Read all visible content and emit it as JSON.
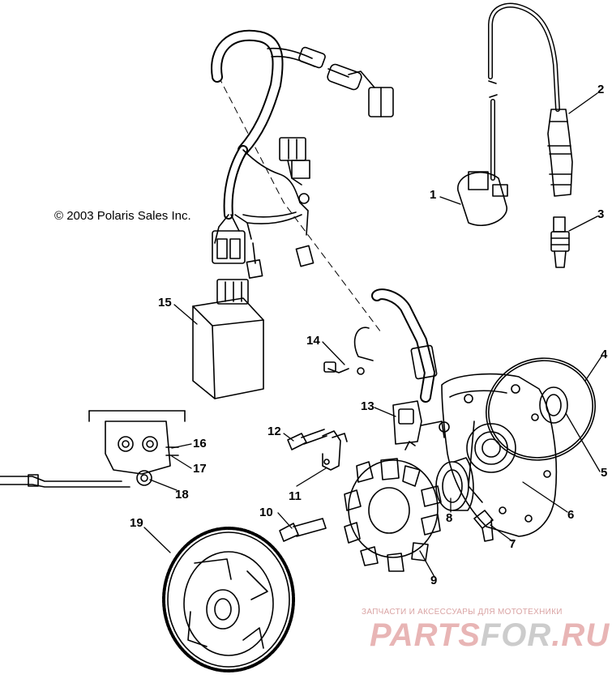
{
  "diagram": {
    "copyright": "© 2003 Polaris Sales Inc.",
    "watermark": {
      "tagline": "ЗАПЧАСТИ И АКСЕССУАРЫ ДЛЯ МОТОТЕХНИКИ",
      "logo_part1": "PARTS",
      "logo_part2": "FOR",
      "logo_part3": ".RU"
    },
    "callouts": [
      "1",
      "2",
      "3",
      "4",
      "5",
      "6",
      "7",
      "8",
      "9",
      "10",
      "11",
      "12",
      "13",
      "14",
      "15",
      "16",
      "17",
      "18",
      "19"
    ],
    "colors": {
      "ink": "#000000",
      "watermark_red": "#e8b5b5",
      "watermark_gray": "#cccccc"
    }
  }
}
